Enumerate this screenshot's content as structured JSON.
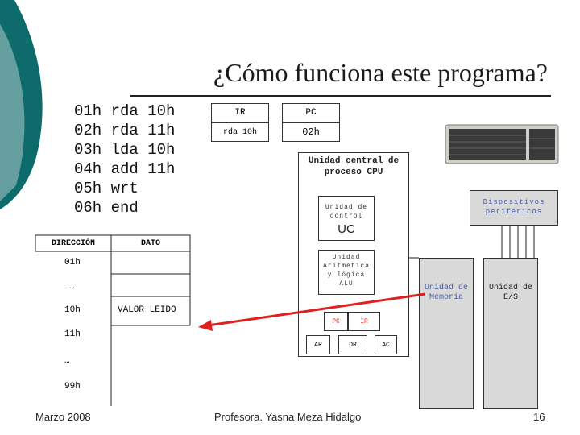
{
  "slide": {
    "title": "¿Cómo funciona este programa?",
    "footer_left": "Marzo 2008",
    "footer_center": "Profesora. Yasna Meza Hidalgo",
    "page_number": "16"
  },
  "program": [
    {
      "addr": "01h",
      "op": "rda",
      "arg": "10h"
    },
    {
      "addr": "02h",
      "op": "rda",
      "arg": "11h"
    },
    {
      "addr": "03h",
      "op": "lda",
      "arg": "10h"
    },
    {
      "addr": "04h",
      "op": "add",
      "arg": "11h"
    },
    {
      "addr": "05h",
      "op": "wrt",
      "arg": ""
    },
    {
      "addr": "06h",
      "op": "end",
      "arg": ""
    }
  ],
  "registers": {
    "ir_label": "IR",
    "ir_value": "rda 10h",
    "pc_label": "PC",
    "pc_value": "02h"
  },
  "cpu": {
    "title": "Unidad central de proceso CPU",
    "uc_label": "Unidad de control",
    "uc_short": "UC",
    "alu_label": "Unidad Aritmética y lógica ALU",
    "pc_small": "PC",
    "ir_small": "IR",
    "ar": "AR",
    "dr": "DR",
    "ac": "AC"
  },
  "peripherals": {
    "label": "Dispositivos periféricos",
    "memory": "Unidad de Memoria",
    "io": "Unidad de E/S"
  },
  "memory_table": {
    "col_address": "DIRECCIÓN",
    "col_data": "DATO",
    "rows": [
      {
        "address": "01h",
        "data": ""
      },
      {
        "address": "…",
        "data": ""
      },
      {
        "address": "10h",
        "data": "VALOR LEIDO"
      },
      {
        "address": "11h",
        "data": ""
      },
      {
        "address": "…",
        "data": ""
      },
      {
        "address": "99h",
        "data": ""
      }
    ]
  },
  "colors": {
    "accent_teal": "#0e6b6b",
    "arrow_red": "#e02020",
    "gray_box": "#d9d9d9"
  }
}
